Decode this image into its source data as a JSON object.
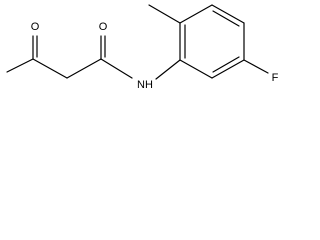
{
  "molecule": {
    "atoms": {
      "ketone_oxygen": "O",
      "amide_oxygen": "O",
      "amide_nitrogen": "NH",
      "fluorine": "F"
    }
  }
}
